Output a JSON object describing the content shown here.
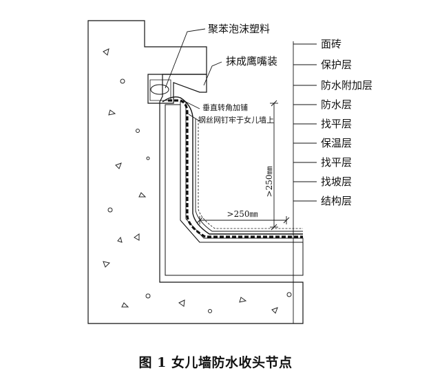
{
  "caption": "图 1  女儿墙防水收头节点",
  "callouts": {
    "foam": "聚苯泡沫塑料",
    "bevel": "抹成鹰嘴装",
    "corner_reinforce": "垂直转角加铺",
    "mesh_nail": "钢丝网钉牢于女儿墙上"
  },
  "dimensions": {
    "vertical": ">250㎜",
    "horizontal": ">250㎜"
  },
  "layers": [
    "面砖",
    "保护层",
    "防水附加层",
    "防水层",
    "找平层",
    "保温层",
    "找平层",
    "找坡层",
    "结构层"
  ]
}
